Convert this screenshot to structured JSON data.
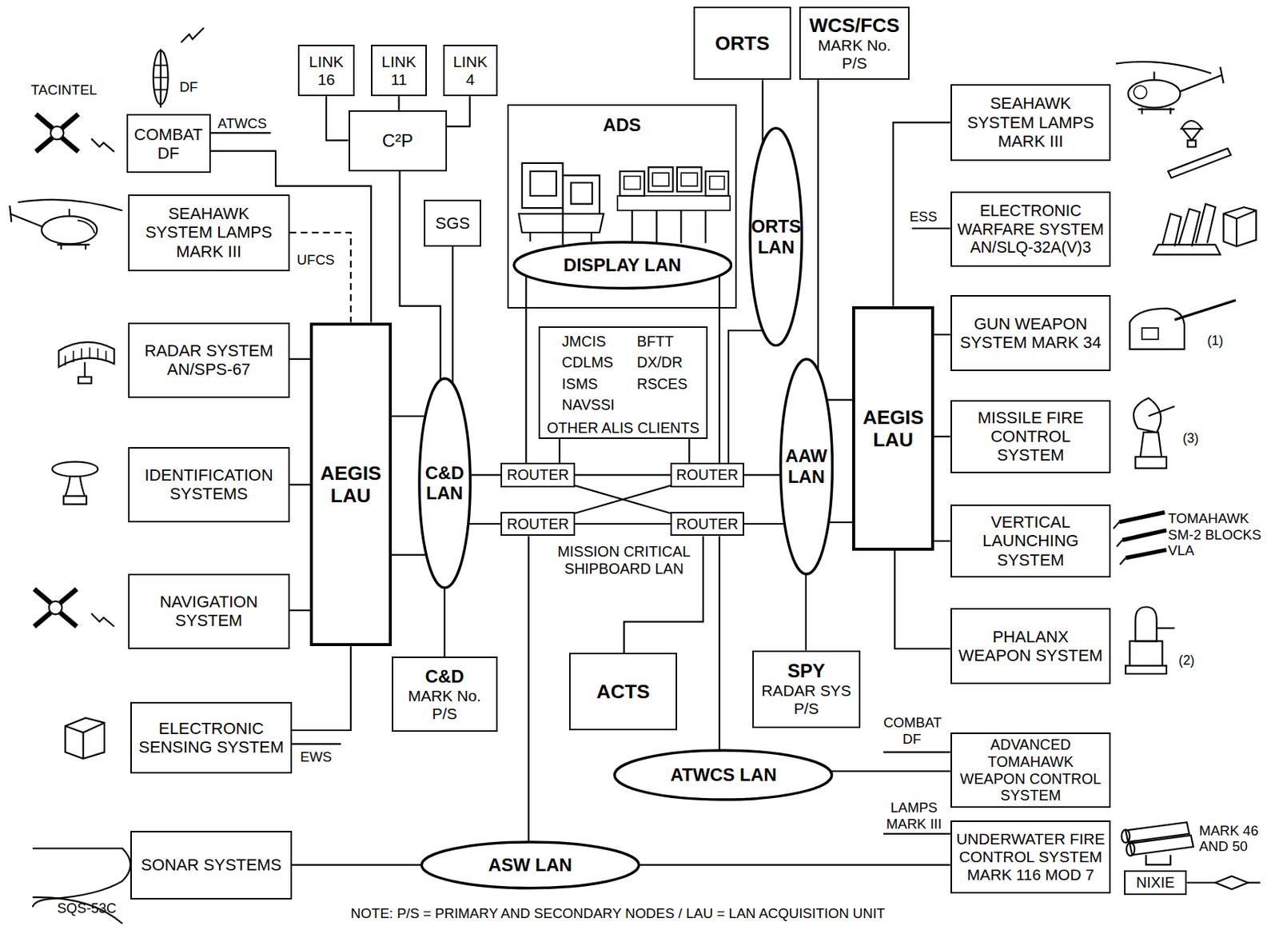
{
  "diagram": {
    "nodes": [
      {
        "text": [
          "COMBAT DF"
        ]
      },
      {
        "text": [
          "LINK 16"
        ]
      },
      {
        "text": [
          "LINK 11"
        ]
      },
      {
        "text": [
          "LINK 4"
        ]
      },
      {
        "text": [
          "C²P"
        ]
      },
      {
        "text": [
          "SGS"
        ]
      },
      {
        "text": [
          "ADS"
        ]
      },
      {
        "text": [
          "DISPLAY LAN"
        ],
        "in": 6
      },
      {
        "text": [
          "ORTS"
        ]
      },
      {
        "text": [
          "WCS/FCS",
          "MARK No. P/S"
        ]
      },
      {
        "text": [
          "ORTS LAN"
        ]
      },
      {
        "text": [
          "SEAHAWK SYSTEM LAMPS MARK III"
        ]
      },
      {
        "text": [
          "RADAR SYSTEM AN/SPS-67"
        ]
      },
      {
        "text": [
          "IDENTIFICATION SYSTEMS"
        ]
      },
      {
        "text": [
          "NAVIGATION SYSTEM"
        ]
      },
      {
        "text": [
          "ELECTRONIC SENSING SYSTEM"
        ]
      },
      {
        "text": [
          "AEGIS LAU"
        ]
      },
      {
        "text": [
          "C&D LAN"
        ]
      },
      {
        "text": [
          "JMCIS",
          "BFTT",
          "CDLMS",
          "DX/DR",
          "ISMS",
          "RSCES",
          "NAVSSI",
          "OTHER ALIS CLIENTS"
        ]
      },
      {
        "text": [
          "ROUTER"
        ]
      },
      {
        "text": [
          "ROUTER"
        ]
      },
      {
        "text": [
          "ROUTER"
        ]
      },
      {
        "text": [
          "ROUTER"
        ]
      },
      {
        "text": [
          "C&D",
          "MARK No. P/S"
        ]
      },
      {
        "text": [
          "ACTS"
        ]
      },
      {
        "text": [
          "SPY",
          "RADAR SYS P/S"
        ]
      },
      {
        "text": [
          "AAW LAN"
        ]
      },
      {
        "text": [
          "AEGIS LAU"
        ]
      },
      {
        "text": [
          "SEAHAWK SYSTEM LAMPS MARK III"
        ]
      },
      {
        "text": [
          "ELECTRONIC WARFARE SYSTEM AN/SLQ-32A(V)3"
        ]
      },
      {
        "text": [
          "GUN WEAPON SYSTEM MARK 34"
        ]
      },
      {
        "text": [
          "MISSILE FIRE CONTROL SYSTEM"
        ]
      },
      {
        "text": [
          "VERTICAL LAUNCHING SYSTEM"
        ]
      },
      {
        "text": [
          "PHALANX WEAPON SYSTEM"
        ]
      },
      {
        "text": [
          "ATWCS LAN"
        ]
      },
      {
        "text": [
          "ADVANCED TOMAHAWK WEAPON CONTROL SYSTEM"
        ]
      },
      {
        "text": [
          "SONAR SYSTEMS"
        ]
      },
      {
        "text": [
          "ASW LAN"
        ]
      },
      {
        "text": [
          "UNDERWATER FIRE CONTROL SYSTEM MARK 116 MOD 7"
        ]
      },
      {
        "text": [
          "NIXIE"
        ]
      }
    ],
    "edges": [
      {
        "from": 1,
        "to": 4,
        "arrow": "none"
      },
      {
        "from": 2,
        "to": 4,
        "arrow": "none"
      },
      {
        "from": 3,
        "to": 4,
        "arrow": "none"
      },
      {
        "from": 4,
        "to": 17,
        "arrow": "none"
      },
      {
        "from": 5,
        "to": 17,
        "arrow": "none"
      },
      {
        "from": 0,
        "to": 16,
        "arrow": "none"
      },
      {
        "from": 11,
        "to": 16,
        "arrow": "none"
      },
      {
        "from": 12,
        "to": 16,
        "arrow": "none"
      },
      {
        "from": 13,
        "to": 16,
        "arrow": "none"
      },
      {
        "from": 14,
        "to": 16,
        "arrow": "none"
      },
      {
        "from": 15,
        "to": 16,
        "arrow": "none"
      },
      {
        "from": 16,
        "to": 17,
        "arrow": "none"
      },
      {
        "from": 16,
        "to": 17,
        "arrow": "none"
      },
      {
        "from": 17,
        "to": 23,
        "arrow": "none"
      },
      {
        "from": 17,
        "to": 19,
        "arrow": "none"
      },
      {
        "from": 17,
        "to": 21,
        "arrow": "none"
      },
      {
        "from": 19,
        "to": 20,
        "arrow": "none"
      },
      {
        "from": 21,
        "to": 22,
        "arrow": "none"
      },
      {
        "from": 19,
        "to": 22,
        "arrow": "none"
      },
      {
        "from": 21,
        "to": 20,
        "arrow": "none"
      },
      {
        "from": 18,
        "to": 19,
        "arrow": "none"
      },
      {
        "from": 18,
        "to": 20,
        "arrow": "none"
      },
      {
        "from": 7,
        "to": 19,
        "arrow": "none"
      },
      {
        "from": 7,
        "to": 20,
        "arrow": "none"
      },
      {
        "from": 21,
        "to": 37,
        "arrow": "none"
      },
      {
        "from": 22,
        "to": 34,
        "arrow": "none"
      },
      {
        "from": 22,
        "to": 24,
        "arrow": "none"
      },
      {
        "from": 8,
        "to": 10,
        "arrow": "none"
      },
      {
        "from": 10,
        "to": 20,
        "arrow": "none"
      },
      {
        "from": 9,
        "to": 26,
        "arrow": "none"
      },
      {
        "from": 20,
        "to": 26,
        "arrow": "none"
      },
      {
        "from": 22,
        "to": 26,
        "arrow": "none"
      },
      {
        "from": 26,
        "to": 25,
        "arrow": "none"
      },
      {
        "from": 26,
        "to": 27,
        "arrow": "none"
      },
      {
        "from": 26,
        "to": 27,
        "arrow": "none"
      },
      {
        "from": 27,
        "to": 28,
        "arrow": "none"
      },
      {
        "from": 27,
        "to": 30,
        "arrow": "none"
      },
      {
        "from": 27,
        "to": 31,
        "arrow": "none"
      },
      {
        "from": 27,
        "to": 32,
        "arrow": "none"
      },
      {
        "from": 27,
        "to": 33,
        "arrow": "none"
      },
      {
        "from": 34,
        "to": 35,
        "arrow": "none"
      },
      {
        "from": 36,
        "to": 37,
        "arrow": "none"
      },
      {
        "from": 37,
        "to": 38,
        "arrow": "none"
      }
    ],
    "labels": [
      "TACINTEL",
      "DF",
      "ATWCS",
      "UFCS",
      "EWS",
      "MISSION CRITICAL SHIPBOARD LAN",
      "ESS",
      "(1)",
      "(3)",
      "TOMAHAWK SM-2 BLOCKS VLA",
      "(2)",
      "COMBAT DF",
      "LAMPS MARK III",
      "MARK 46 AND 50",
      "SQS-53C",
      "NOTE: P/S = PRIMARY AND SECONDARY NODES / LAU = LAN ACQUISITION UNIT"
    ]
  }
}
